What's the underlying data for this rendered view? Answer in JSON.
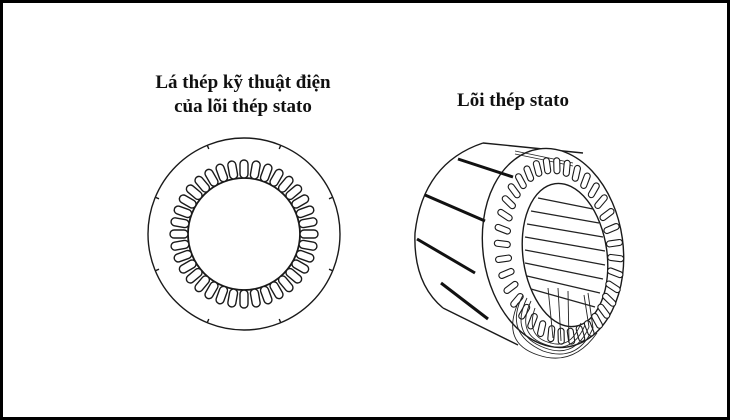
{
  "figure": {
    "left_panel": {
      "caption_line1": "Lá thép kỹ thuật điện",
      "caption_line2": "của lõi thép stato",
      "illustration": "stator-lamination-ring",
      "slot_count": 36
    },
    "right_panel": {
      "caption": "Lõi thép stato",
      "illustration": "stator-core-cylinder-with-windings"
    }
  },
  "colors": {
    "border": "#000000",
    "background": "#ffffff",
    "line": "#1a1a1a"
  }
}
